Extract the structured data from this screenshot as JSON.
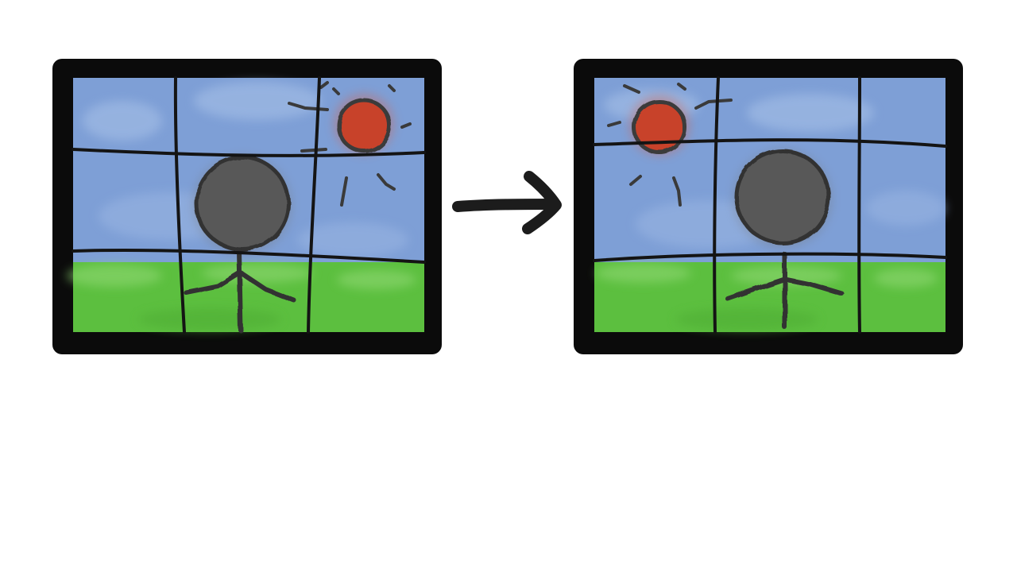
{
  "diagram": {
    "kind": "rule-of-thirds-before-after",
    "panels": [
      {
        "id": "before",
        "elements": [
          "thirds-grid",
          "stick-figure",
          "sun"
        ],
        "figure_placement": "center",
        "sun_placement": "top-right"
      },
      {
        "id": "after",
        "elements": [
          "thirds-grid",
          "stick-figure",
          "sun"
        ],
        "figure_placement": "right-third-intersection",
        "sun_placement": "top-left-intersection"
      }
    ],
    "connector": "right-arrow-icon"
  },
  "colors": {
    "frame": "#0b0b0b",
    "sky": "#7e9fd6",
    "sky_light": "#a9c2e8",
    "grass": "#5cbf3f",
    "grass_light": "#8fd872",
    "figure": "#585858",
    "figure_outline": "#333333",
    "sun": "#c8432b",
    "grid_line": "#141414",
    "arrow": "#1c1c1c"
  }
}
